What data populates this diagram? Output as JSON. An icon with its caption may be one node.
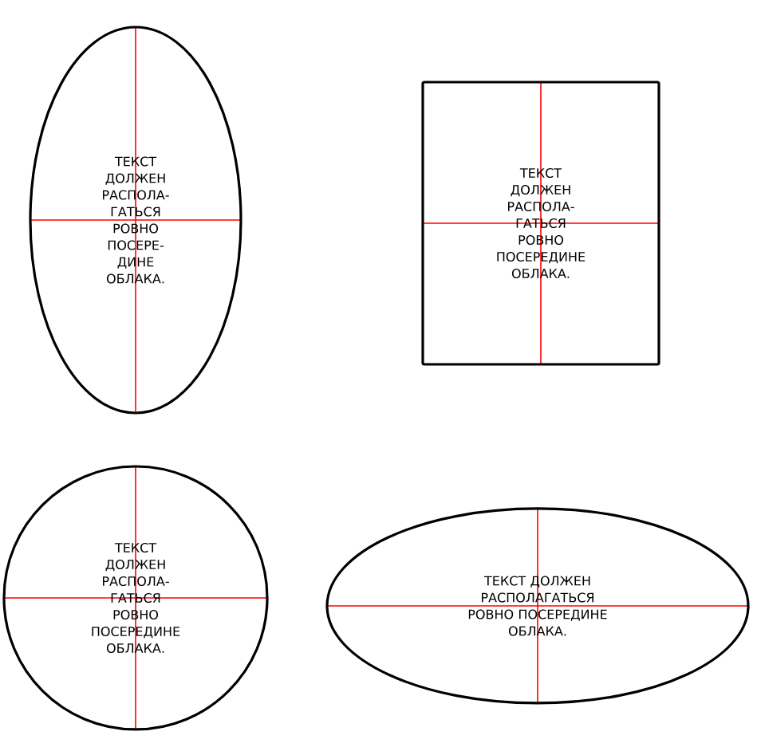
{
  "diagram": {
    "nodes": [
      {
        "text": [
          "ТЕКСТ ДОЛЖЕН РАСПОЛА- ГАТЬСЯ РОВНО ПОСЕРЕ- ДИНЕ ОБЛАКА."
        ]
      },
      {
        "text": [
          "ТЕКСТ ДОЛЖЕН РАСПОЛА- ГАТЬСЯ РОВНО ПОСЕРЕДИНЕ ОБЛАКА."
        ]
      },
      {
        "text": [
          "ТЕКСТ ДОЛЖЕН РАСПОЛА- ГАТЬСЯ РОВНО ПОСЕРЕДИНЕ ОБЛАКА."
        ]
      },
      {
        "text": [
          "ТЕКСТ ДОЛЖЕН РАСПОЛАГАТЬСЯ РОВНО ПОСЕРЕДИНЕ ОБЛАКА."
        ]
      }
    ]
  }
}
